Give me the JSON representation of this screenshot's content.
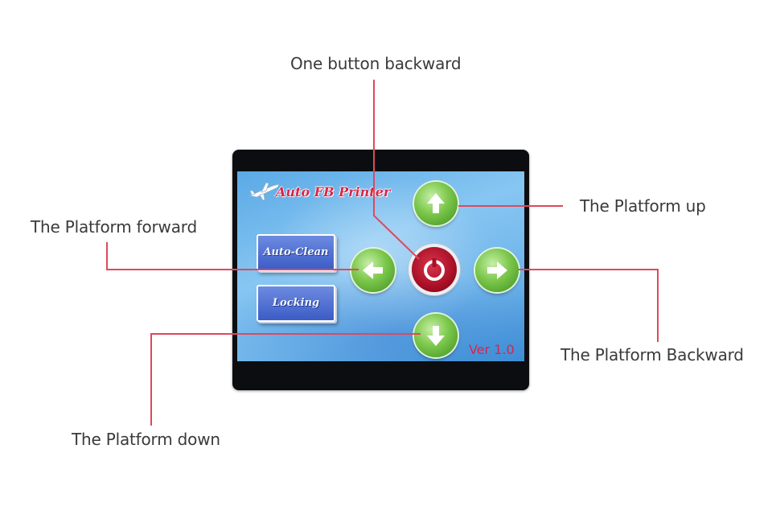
{
  "callouts": {
    "one_button_backward": "One button backward",
    "platform_up": "The Platform up",
    "platform_forward": "The Platform forward",
    "platform_backward": "The Platform Backward",
    "platform_down": "The Platform down"
  },
  "screen": {
    "title": "Auto FB Printer",
    "buttons": {
      "auto_clean": "Auto-Clean",
      "locking": "Locking"
    },
    "version": "Ver 1.0"
  },
  "colors": {
    "leader_line": "#e0485c",
    "title_text": "#d7264a",
    "arrow_button": "#7bc74a",
    "stop_button": "#a80f25",
    "side_button": "#4a69cf"
  },
  "icons": {
    "up": "arrow-up-icon",
    "down": "arrow-down-icon",
    "left": "arrow-left-icon",
    "right": "arrow-right-icon",
    "stop": "power-ring-icon",
    "logo": "airplane-icon"
  }
}
